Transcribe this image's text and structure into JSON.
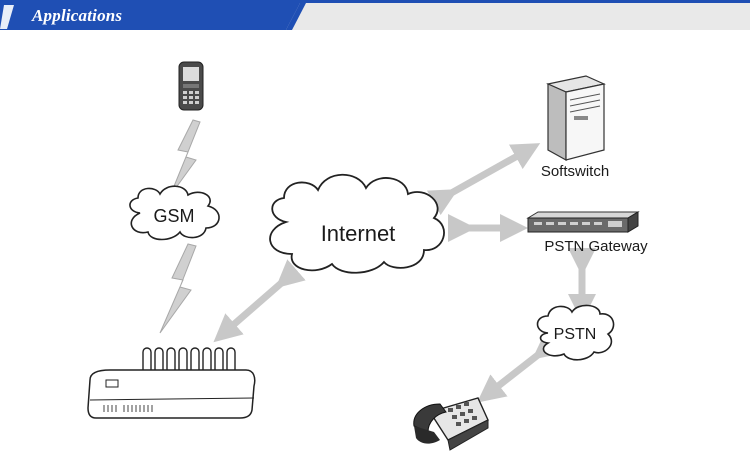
{
  "header": {
    "title": "Applications"
  },
  "nodes": {
    "gsm": "GSM",
    "internet": "Internet",
    "softswitch": "Softswitch",
    "pstn_gateway": "PSTN Gateway",
    "pstn": "PSTN"
  },
  "colors": {
    "header_blue": "#1f4fb4",
    "header_stripe": "#e8e8e8",
    "arrow": "#c8c8c8"
  }
}
